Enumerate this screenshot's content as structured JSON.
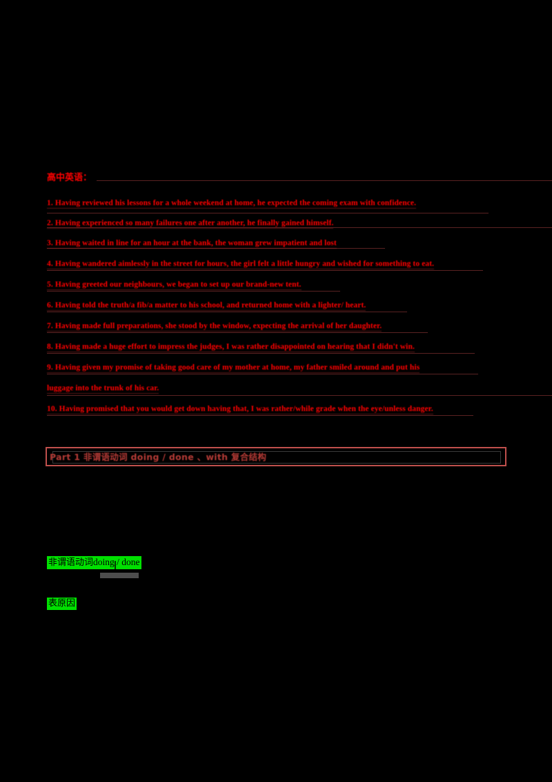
{
  "document": {
    "heading": "高中英语：",
    "colors": {
      "text_red": "#ff0000",
      "rule": "#5a2222",
      "box_border": "#c0504d",
      "box_label": "#b33a35",
      "highlight_green": "#00e000",
      "background": "#000000"
    },
    "sentences": [
      {
        "num": "1.",
        "text": "Having reviewed his lessons for a whole weekend at home, he expected the coming  exam  with confidence."
      },
      {
        "num": "2.",
        "text": "Having experienced so many failures one after another, he finally gained himself."
      },
      {
        "num": "3.",
        "text": "Having waited in line for an hour at the bank, the woman grew impatient and lost"
      },
      {
        "num": "4.",
        "text": "Having wandered aimlessly in the street for hours, the girl felt a little hungry and wished  for  something to eat."
      },
      {
        "num": "5.",
        "text": "Having greeted our neighbours, we began to set up our brand-new tent."
      },
      {
        "num": "6.",
        "text": "Having  told the truth/a fib/a matter to his school, and returned home with a lighter/ heart."
      },
      {
        "num": "7.",
        "text": "Having made full preparations, she stood by the window, expecting the arrival of her daughter."
      },
      {
        "num": "8.",
        "text": "Having made a huge effort to impress the judges, I was rather disappointed on hearing that I  didn't win."
      },
      {
        "num": "9.",
        "text": "Having given my promise of taking good care of my mother at home, my father smiled around  and put his"
      },
      {
        "num": "",
        "text": "luggage into the trunk of his car."
      },
      {
        "num": "10.",
        "text": "Having promised that you would get down having that, I was rather/while grade when the eye/unless  danger."
      }
    ],
    "section": {
      "prefix": "Part 1",
      "title": "非谓语动词  doing / done 、with 复合结构"
    },
    "notes": [
      {
        "cn": "非谓语动词",
        "latin": "doing / done"
      },
      {
        "cn": "表原因",
        "latin": ""
      }
    ]
  }
}
